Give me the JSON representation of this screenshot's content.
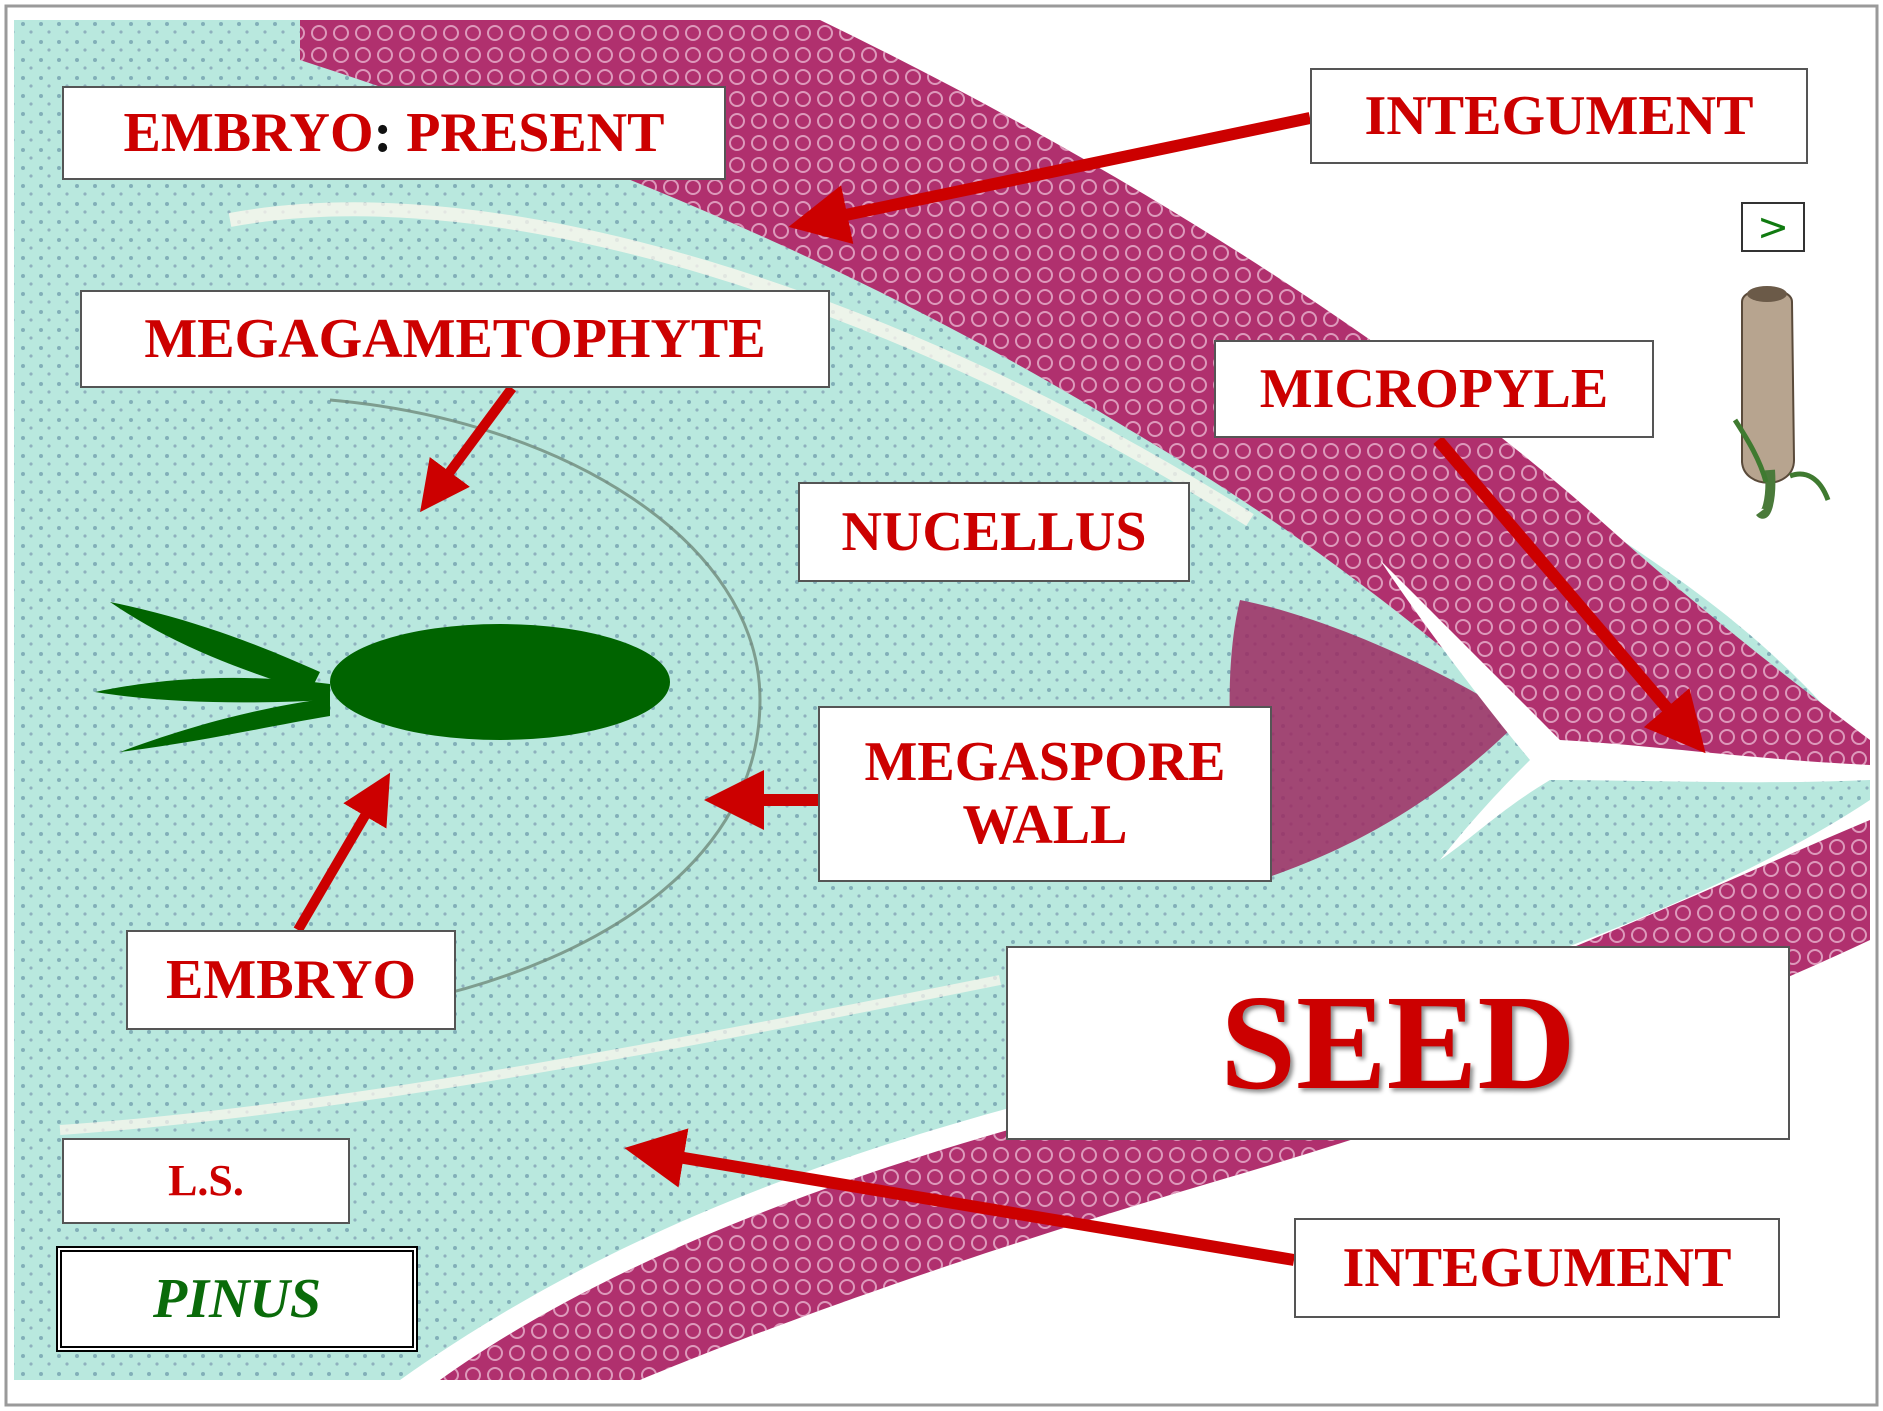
{
  "labels": {
    "embryo_status_prefix": "EMBRYO",
    "embryo_status_colon": ":",
    "embryo_status_value": "PRESENT",
    "integument_top": "INTEGUMENT",
    "megagametophyte": "MEGAGAMETOPHYTE",
    "micropyle": "MICROPYLE",
    "nucellus": "NUCELLUS",
    "megaspore_wall_line1": "MEGASPORE",
    "megaspore_wall_line2": "WALL",
    "embryo": "EMBRYO",
    "seed": "SEED",
    "section": "L.S.",
    "genus": "PINUS",
    "integument_bottom": "INTEGUMENT"
  },
  "nav": {
    "next_label": ">"
  },
  "colors": {
    "label_text": "#cc0000",
    "arrow": "#cc0000",
    "embryo_fill": "#006400",
    "genus_text": "#0a6b0a",
    "integument_tissue": "#b0306e",
    "nucellus_tissue": "#8fd6c4"
  },
  "icons": {
    "thumbnail": "pine-ovule-thumbnail-icon",
    "next": "next-arrow-icon"
  }
}
